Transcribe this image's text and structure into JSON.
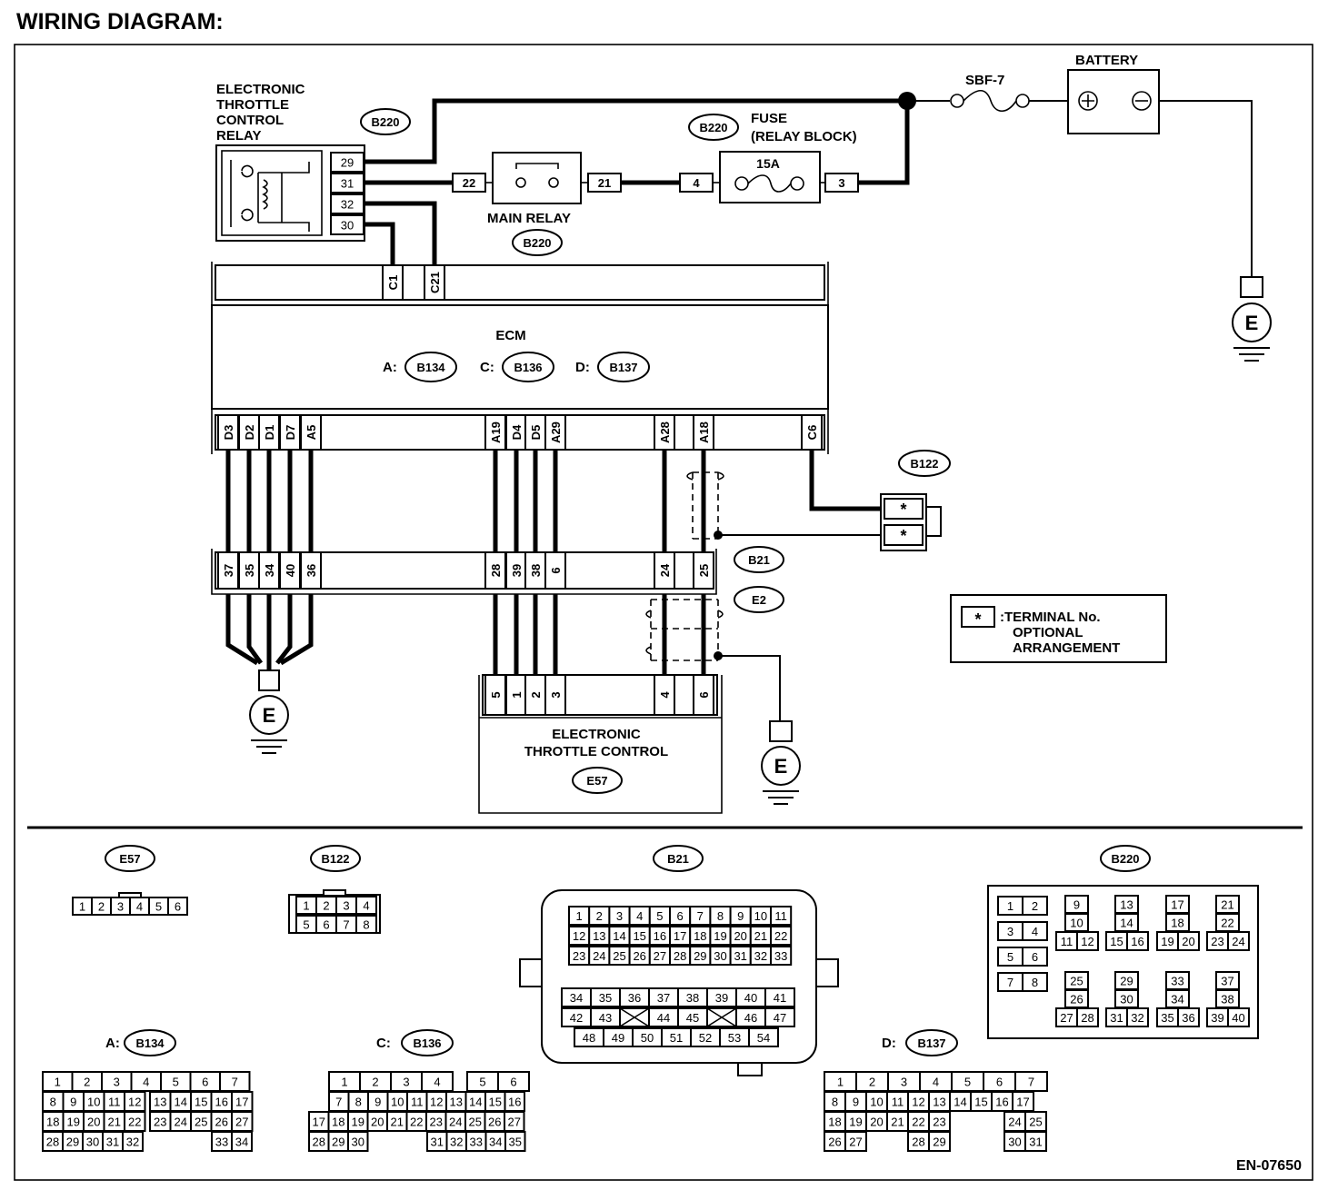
{
  "title": "WIRING DIAGRAM:",
  "figure_id": "EN-07650",
  "labels": {
    "etc_relay": [
      "ELECTRONIC",
      "THROTTLE",
      "CONTROL",
      "RELAY"
    ],
    "main_relay": "MAIN RELAY",
    "fuse": [
      "FUSE",
      "(RELAY BLOCK)"
    ],
    "fuse_rating": "15A",
    "sbf": "SBF-7",
    "battery": "BATTERY",
    "ecm": "ECM",
    "ecm_a": "A:",
    "ecm_c": "C:",
    "ecm_d": "D:",
    "etc": [
      "ELECTRONIC",
      "THROTTLE CONTROL"
    ],
    "ground": "E",
    "plus": "+",
    "minus": "−",
    "star": "*",
    "legend": [
      ":TERMINAL No.",
      "OPTIONAL",
      "ARRANGEMENT"
    ]
  },
  "connectors": {
    "b220": "B220",
    "b134": "B134",
    "b136": "B136",
    "b137": "B137",
    "b122": "B122",
    "b21": "B21",
    "e2": "E2",
    "e57": "E57"
  },
  "relay_pins": [
    "29",
    "31",
    "32",
    "30"
  ],
  "main_relay_pins": [
    "22",
    "21"
  ],
  "fuse_pins": [
    "4",
    "3"
  ],
  "ecm_top_pins": [
    "C1",
    "C21"
  ],
  "ecm_bottom_pins": [
    "D3",
    "D2",
    "D1",
    "D7",
    "A5",
    "A19",
    "D4",
    "D5",
    "A29",
    "A28",
    "A18",
    "C6"
  ],
  "b21_row_pins": [
    "37",
    "35",
    "34",
    "40",
    "36",
    "28",
    "39",
    "38",
    "6",
    "24",
    "25"
  ],
  "etc_pins": [
    "5",
    "1",
    "2",
    "3",
    "4",
    "6"
  ],
  "faces": {
    "e57": [
      "1",
      "2",
      "3",
      "4",
      "5",
      "6"
    ],
    "b122": [
      [
        "1",
        "2",
        "3",
        "4"
      ],
      [
        "5",
        "6",
        "7",
        "8"
      ]
    ],
    "b21": [
      [
        "1",
        "2",
        "3",
        "4",
        "5",
        "6",
        "7",
        "8",
        "9",
        "10",
        "11"
      ],
      [
        "12",
        "13",
        "14",
        "15",
        "16",
        "17",
        "18",
        "19",
        "20",
        "21",
        "22"
      ],
      [
        "23",
        "24",
        "25",
        "26",
        "27",
        "28",
        "29",
        "30",
        "31",
        "32",
        "33"
      ],
      [
        "34",
        "35",
        "36",
        "37",
        "38",
        "39",
        "40",
        "41"
      ],
      [
        "42",
        "43",
        "",
        "44",
        "45",
        "",
        "46",
        "47"
      ],
      [
        "48",
        "49",
        "50",
        "51",
        "52",
        "53",
        "54"
      ]
    ],
    "b220_left": [
      [
        "1",
        "2"
      ],
      [
        "3",
        "4"
      ],
      [
        "5",
        "6"
      ],
      [
        "7",
        "8"
      ]
    ],
    "b220_groups": [
      [
        "9",
        "10",
        "11",
        "12"
      ],
      [
        "13",
        "14",
        "15",
        "16"
      ],
      [
        "17",
        "18",
        "19",
        "20"
      ],
      [
        "21",
        "22",
        "23",
        "24"
      ],
      [
        "25",
        "26",
        "27",
        "28"
      ],
      [
        "29",
        "30",
        "31",
        "32"
      ],
      [
        "33",
        "34",
        "35",
        "36"
      ],
      [
        "37",
        "38",
        "39",
        "40"
      ]
    ],
    "b134": [
      [
        "1",
        "2",
        "3",
        "4",
        "5",
        "6",
        "7"
      ],
      [
        "8",
        "9",
        "10",
        "11",
        "12",
        "13",
        "14",
        "15",
        "16",
        "17"
      ],
      [
        "18",
        "19",
        "20",
        "21",
        "22",
        "23",
        "24",
        "25",
        "26",
        "27"
      ],
      [
        "28",
        "29",
        "30",
        "31",
        "32",
        "33",
        "34"
      ]
    ],
    "b136": [
      [
        "1",
        "2",
        "3",
        "4",
        "5",
        "6"
      ],
      [
        "7",
        "8",
        "9",
        "10",
        "11",
        "12",
        "13",
        "14",
        "15",
        "16"
      ],
      [
        "17",
        "18",
        "19",
        "20",
        "21",
        "22",
        "23",
        "24",
        "25",
        "26",
        "27"
      ],
      [
        "28",
        "29",
        "30",
        "31",
        "32",
        "33",
        "34",
        "35"
      ]
    ],
    "b137": [
      [
        "1",
        "2",
        "3",
        "4",
        "5",
        "6",
        "7"
      ],
      [
        "8",
        "9",
        "10",
        "11",
        "12",
        "13",
        "14",
        "15",
        "16",
        "17"
      ],
      [
        "18",
        "19",
        "20",
        "21",
        "22",
        "23",
        "24",
        "25"
      ],
      [
        "26",
        "27",
        "28",
        "29",
        "30",
        "31"
      ]
    ]
  }
}
